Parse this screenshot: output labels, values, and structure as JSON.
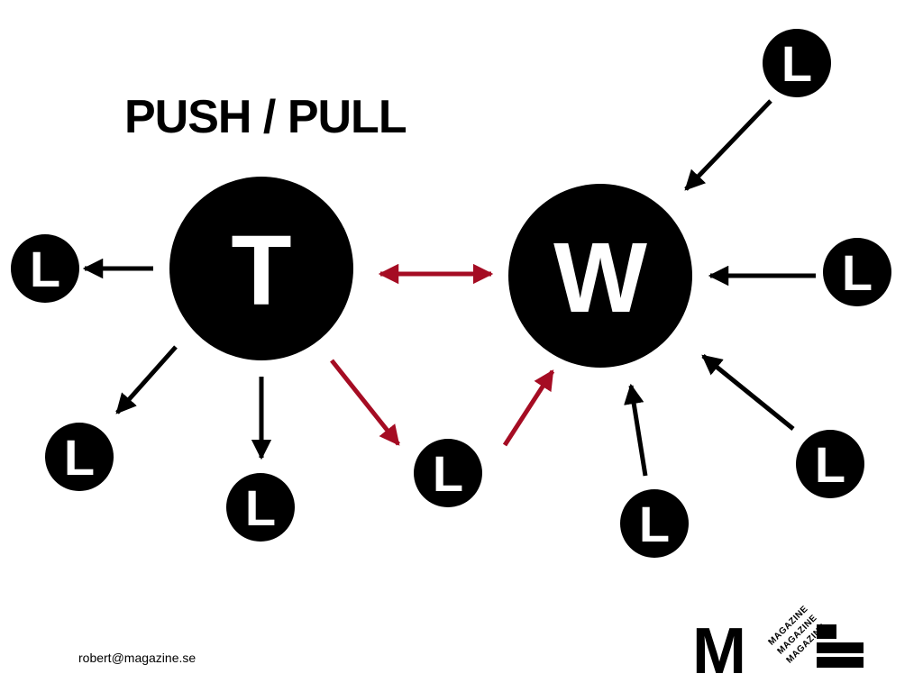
{
  "title": "PUSH / PULL",
  "hub_labels": {
    "left": "T",
    "right": "W"
  },
  "leaf_label": "L",
  "email": "robert@magazine.se",
  "logo": {
    "letter": "M",
    "stamp_text": "MAGAZINE"
  },
  "colors": {
    "node": "#000000",
    "arrow": "#000000",
    "highlight_arrow": "#a50c23",
    "background": "#ffffff"
  }
}
